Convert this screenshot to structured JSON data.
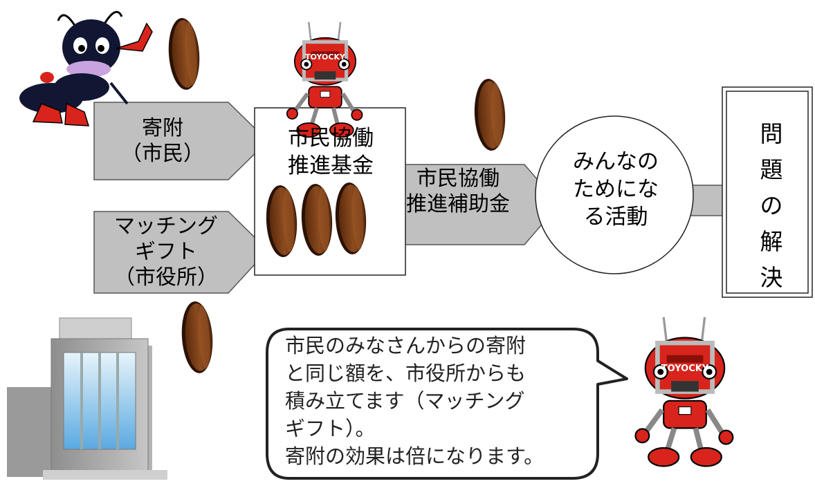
{
  "arrows": {
    "donation": {
      "lines": [
        "寄附",
        "（市民）"
      ]
    },
    "matching_gift": {
      "lines": [
        "マッチング",
        "ギフト",
        "（市役所）"
      ]
    },
    "grant": {
      "lines": [
        "市民協働",
        "推進補助金"
      ]
    },
    "output": {
      "lines": []
    }
  },
  "fund_box": {
    "lines": [
      "市民協働",
      "推進基金"
    ]
  },
  "activity_circle": {
    "lines": [
      "みんなの",
      "ためにな",
      "る活動"
    ]
  },
  "solution_box": {
    "text": "問題の解決"
  },
  "speech_bubble": {
    "text": "市民のみなさんからの寄附\nと同じ額を、市役所からも\n積み立てます（マッチング\nギフト）。\n寄附の効果は倍になります。"
  },
  "mascot_badge_text": "TOYOCKY",
  "colors": {
    "arrow_fill": "#c0c0c0",
    "coin_fill": "#7a3b14",
    "robot_red": "#d8241c",
    "ant_navy": "#111633",
    "building_gray": "#a9a9a9",
    "building_blue": "#6fb6e6"
  },
  "icons": [
    "ant-mascot-icon",
    "robot-mascot-icon",
    "coin-icon",
    "city-hall-building-icon"
  ]
}
